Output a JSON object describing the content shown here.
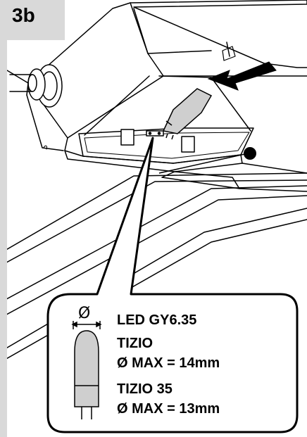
{
  "step": {
    "label": "3b"
  },
  "callout": {
    "diameter_symbol": "Ø",
    "lamp_type": "LED GY6.35",
    "model_1": "TIZIO",
    "model_1_max": "Ø MAX = 14mm",
    "model_2": "TIZIO 35",
    "model_2_max": "Ø MAX = 13mm"
  },
  "colors": {
    "tab_gray": "#d9d9d9",
    "lamp_gray": "#cfcfcf",
    "line": "#000000"
  },
  "icons": [
    "arrow-icon",
    "lamp-bulb-icon",
    "diameter-dimension-icon"
  ]
}
